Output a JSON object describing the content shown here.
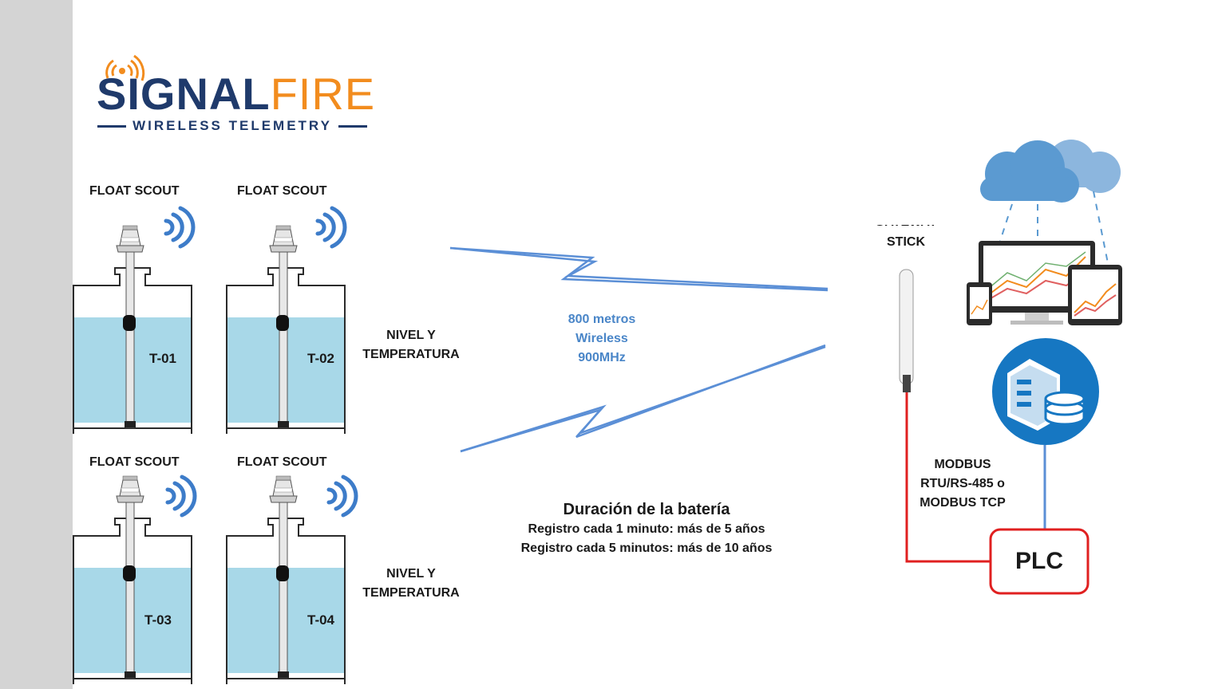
{
  "logo": {
    "brand_part1": "SIGNAL",
    "brand_part2": "FIRE",
    "tagline": "WIRELESS  TELEMETRY"
  },
  "sensors": [
    {
      "label": "FLOAT SCOUT",
      "tank": "T-01"
    },
    {
      "label": "FLOAT SCOUT",
      "tank": "T-02"
    },
    {
      "label": "FLOAT SCOUT",
      "tank": "T-03"
    },
    {
      "label": "FLOAT SCOUT",
      "tank": "T-04"
    }
  ],
  "measure_top": {
    "line1": "NIVEL Y",
    "line2": "TEMPERATURA"
  },
  "measure_bottom": {
    "line1": "NIVEL Y",
    "line2": "TEMPERATURA"
  },
  "link": {
    "line1": "800 metros",
    "line2": "Wireless",
    "line3": "900MHz"
  },
  "battery": {
    "title": "Duración de la batería",
    "line1": "Registro cada 1 minuto: más de 5 años",
    "line2": "Registro cada 5 minutos: más de 10  años"
  },
  "gateway": {
    "line1": "GATEWAY",
    "line2": "STICK"
  },
  "protocol": {
    "line1": "MODBUS",
    "line2": "RTU/RS-485 o",
    "line3": "MODBUS TCP"
  },
  "plc": {
    "label": "PLC"
  },
  "colors": {
    "water": "#a8d8e8",
    "link": "#5b8fd6",
    "red_cable": "#e02020",
    "blue_cable": "#5b8fd6",
    "server": "#1677c2",
    "orange": "#f28c1e",
    "navy": "#1f3a6b"
  }
}
